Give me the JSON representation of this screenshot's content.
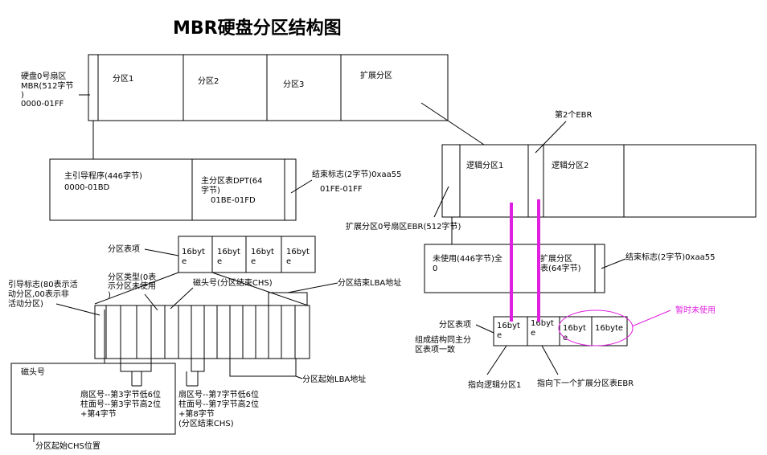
{
  "title": "MBR硬盘分区结构图",
  "mbr_label": {
    "line1": "硬盘0号扇区",
    "line2": "MBR(512字节",
    "line3": ")",
    "line4": "0000-01FF"
  },
  "disk": {
    "p1": "分区1",
    "p2": "分区2",
    "p3": "分区3",
    "ext": "扩展分区"
  },
  "mbr_box": {
    "boot_label": "主引导程序(446字节)",
    "boot_range": "0000-01BD",
    "dpt_line1": "主分区表DPT(64",
    "dpt_line2": "字节)",
    "dpt_range": "01BE-01FD"
  },
  "end_sig": {
    "line1": "结束标志(2字节)0xaa55",
    "line2": "01FE-01FF"
  },
  "table_label": "分区表项",
  "entry_line1": "16byt",
  "entry_line2": "e",
  "boot_flag": {
    "line1": "引导标志(80表示活",
    "line2": "动分区,00表示非",
    "line3": "活动分区)"
  },
  "ptype": {
    "line1": "分区类型(0表",
    "line2": "示分区未使用",
    "line3": ")"
  },
  "end_head": "磁头号(分区结束CHS)",
  "end_lba": "分区结束LBA地址",
  "start_lba": "分区起始LBA地址",
  "start_chs_box": {
    "head": "磁头号",
    "line1": "扇区号--第3字节低6位",
    "line2": "柱面号--第3字节高2位",
    "line3": "+第4字节",
    "caption": "分区起始CHS位置"
  },
  "end_chs": {
    "line1": "扇区号--第7字节低6位",
    "line2": "柱面号--第7字节高2位",
    "line3": "+第8字节",
    "line4": "(分区结束CHS)"
  },
  "second_ebr": "第2个EBR",
  "ext_disk": {
    "l1": "逻辑分区1",
    "l2": "逻辑分区2"
  },
  "ext_ebr_label": "扩展分区0号扇区EBR(512字节)",
  "ebr_box": {
    "unused_line1": "未使用(446字节)全",
    "unused_line2": "0",
    "table_line1": "扩展分区",
    "table_line2": "表(64字节)"
  },
  "end_sig2": "结束标志(2字节)0xaa55",
  "ebr_table": {
    "label": "分区表项",
    "note_line1": "组成结构同主分",
    "note_line2": "区表项一致",
    "e3_line1": "16byt",
    "e3_line2": "e",
    "e4": "16byte",
    "unused": "暂时未使用",
    "ptr1": "指向逻辑分区1",
    "ptr2": "指向下一个扩展分区表EBR"
  },
  "colors": {
    "accent": "#e020e0",
    "ink": "#000000"
  }
}
